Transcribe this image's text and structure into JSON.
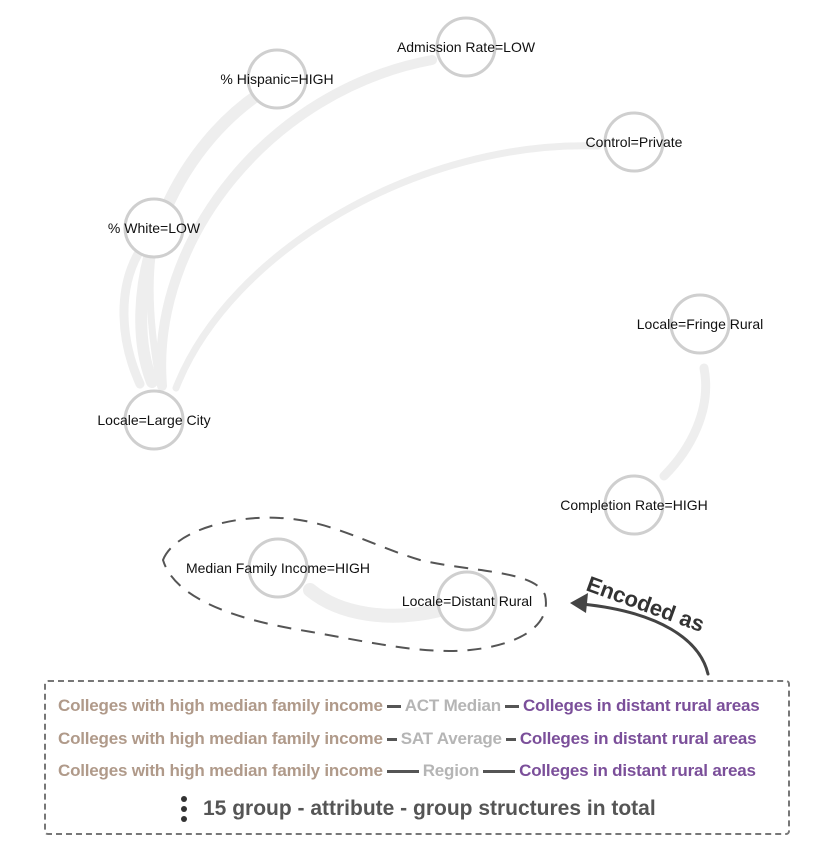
{
  "nodes": [
    {
      "id": "admission",
      "label": "Admission Rate=LOW"
    },
    {
      "id": "hispanic",
      "label": "% Hispanic=HIGH"
    },
    {
      "id": "control",
      "label": "Control=Private"
    },
    {
      "id": "white",
      "label": "% White=LOW"
    },
    {
      "id": "fringe",
      "label": "Locale=Fringe Rural"
    },
    {
      "id": "large_city",
      "label": "Locale=Large City"
    },
    {
      "id": "completion",
      "label": "Completion Rate=HIGH"
    },
    {
      "id": "median_income",
      "label": "Median Family Income=HIGH"
    },
    {
      "id": "distant_rural",
      "label": "Locale=Distant Rural"
    }
  ],
  "edges": [
    {
      "from": "large_city",
      "to": "hispanic"
    },
    {
      "from": "large_city",
      "to": "admission"
    },
    {
      "from": "large_city",
      "to": "control"
    },
    {
      "from": "large_city",
      "to": "white"
    },
    {
      "from": "fringe",
      "to": "completion"
    },
    {
      "from": "median_income",
      "to": "distant_rural"
    }
  ],
  "annotation": {
    "label": "Encoded as"
  },
  "legend": {
    "rows": [
      {
        "group_a": "Colleges with high median family income",
        "attribute": "ACT Median",
        "group_b": "Colleges in distant rural areas"
      },
      {
        "group_a": "Colleges with high median family income",
        "attribute": "SAT Average",
        "group_b": "Colleges in distant rural areas"
      },
      {
        "group_a": "Colleges with high median family income",
        "attribute": "Region",
        "group_b": "Colleges in distant rural areas"
      }
    ],
    "total_text": "15 group - attribute - group structures in total"
  },
  "colors": {
    "node_stroke": "#cfcfcf",
    "edge": "#eeeeee",
    "group_a": "#b09a8a",
    "attribute": "#b5b5b5",
    "group_b": "#7b4f9a",
    "dashed_outline": "#555555"
  }
}
